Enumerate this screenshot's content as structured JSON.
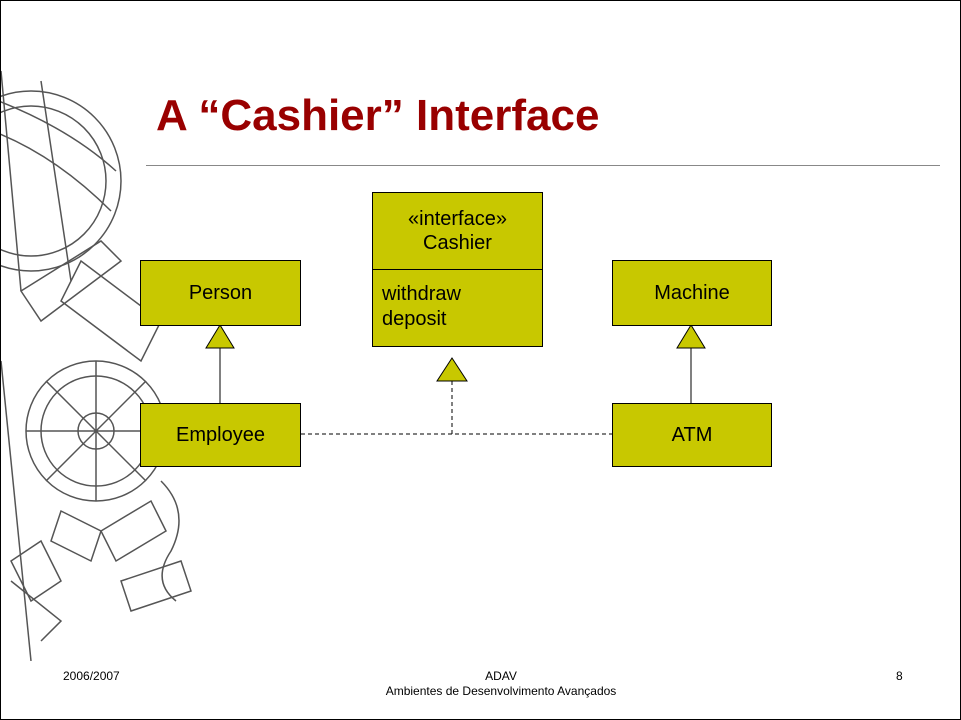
{
  "slide": {
    "title": "A “Cashier” Interface"
  },
  "diagram": {
    "classes": {
      "person": "Person",
      "employee": "Employee",
      "machine": "Machine",
      "atm": "ATM"
    },
    "interface": {
      "stereotype": "«interface»",
      "name": "Cashier",
      "operations": [
        "withdraw",
        "deposit"
      ]
    },
    "colors": {
      "box_fill": "#c8c800",
      "title": "#990000"
    }
  },
  "footer": {
    "date": "2006/2007",
    "course_code": "ADAV",
    "course_name": "Ambientes de Desenvolvimento Avançados",
    "page_number": "8"
  }
}
